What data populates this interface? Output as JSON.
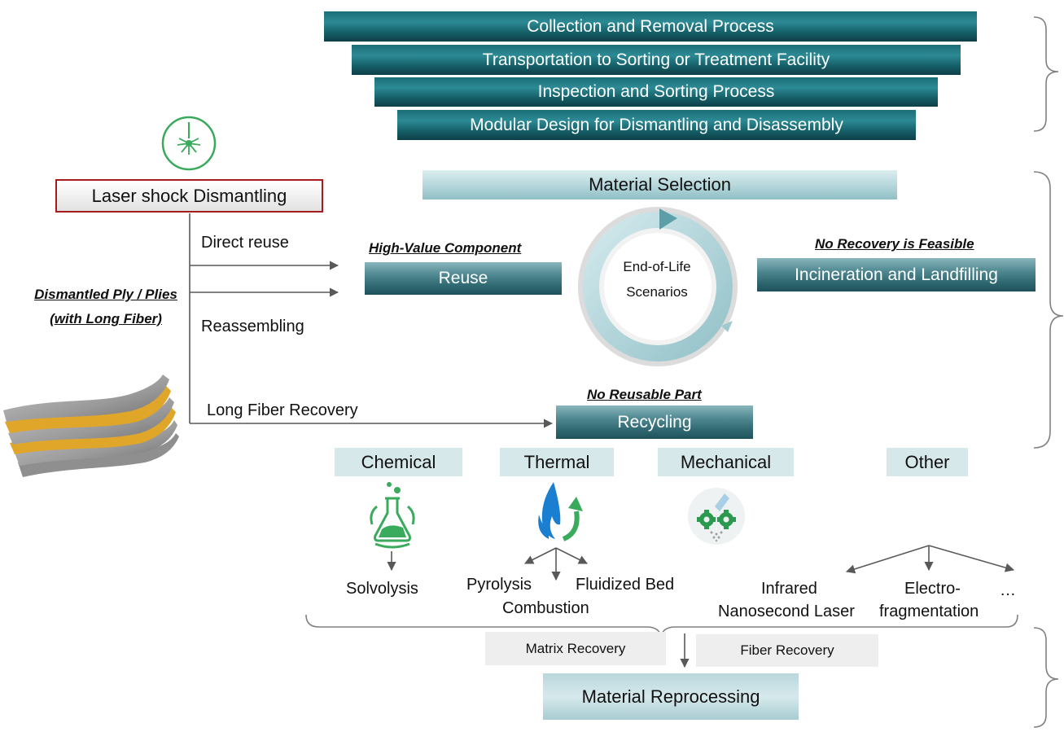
{
  "top_steps": [
    "Collection and Removal Process",
    "Transportation to Sorting or Treatment Facility",
    "Inspection and Sorting Process",
    "Modular Design for Dismantling and Disassembly"
  ],
  "left": {
    "laser_box": "Laser shock Dismantling",
    "ply_caption": "Dismantled Ply / Plies (with Long Fiber)",
    "branches": {
      "direct_reuse": "Direct reuse",
      "reassembling": "Reassembling",
      "long_fiber": "Long Fiber Recovery"
    }
  },
  "center": {
    "material_selection": "Material Selection",
    "cycle_label_1": "End-of-Life",
    "cycle_label_2": "Scenarios",
    "reuse_heading": "High-Value Component",
    "reuse_label": "Reuse",
    "incin_heading": "No Recovery is Feasible",
    "incin_label": "Incineration and Landfilling",
    "recycle_heading": "No Reusable Part",
    "recycle_label": "Recycling"
  },
  "categories": [
    "Chemical",
    "Thermal",
    "Mechanical",
    "Other"
  ],
  "methods": {
    "solvolysis": "Solvolysis",
    "pyrolysis": "Pyrolysis",
    "combustion": "Combustion",
    "fluidized_bed": "Fluidized Bed",
    "infrared_1": "Infrared",
    "infrared_2": "Nanosecond Laser",
    "electro_1": "Electro-",
    "electro_2": "fragmentation",
    "ellipsis": "…"
  },
  "bottom": {
    "matrix_recovery": "Matrix Recovery",
    "fiber_recovery": "Fiber Recovery",
    "reprocessing": "Material Reprocessing"
  },
  "colors": {
    "teal_dark": "#1b6e78",
    "teal_light": "#b7d8dc",
    "laser_border": "#a61c1c",
    "icon_green": "#3aaa5c",
    "flame_blue": "#1a7fd0",
    "arrow_gray": "#595959"
  },
  "icons": [
    "laser-icon",
    "flask-recycle-icon",
    "flame-recycle-icon",
    "grinder-icon"
  ]
}
